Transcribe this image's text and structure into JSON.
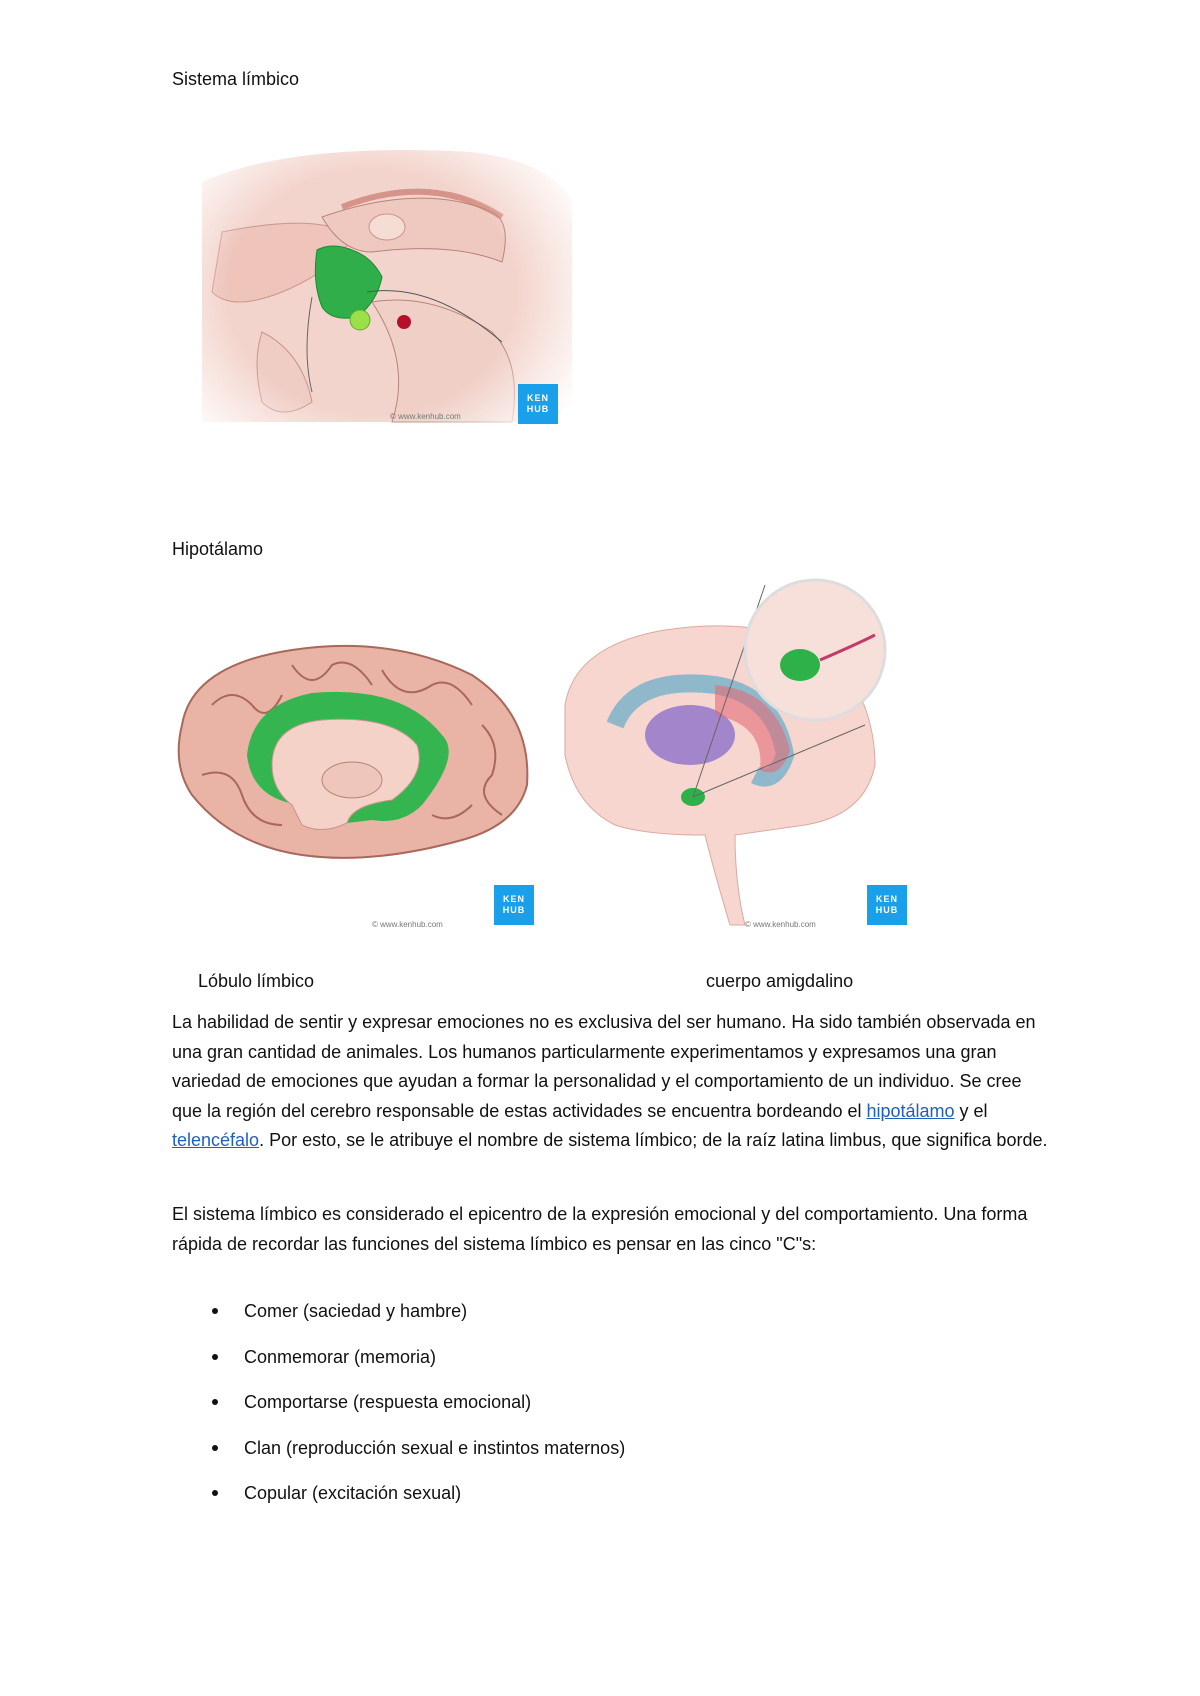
{
  "document": {
    "heading_1": "Sistema límbico",
    "figure_1": {
      "alt": "Sagittal view of hypothalamus highlighted in green",
      "credit": "© www.kenhub.com",
      "logo_line1": "KEN",
      "logo_line2": "HUB",
      "highlight_color": "#2fae4a"
    },
    "heading_2": "Hipotálamo",
    "figure_2": {
      "alt": "Medial brain view with limbic lobe highlighted in green",
      "credit": "© www.kenhub.com",
      "logo_line1": "KEN",
      "logo_line2": "HUB",
      "caption": "Lóbulo límbico",
      "highlight_color": "#34b54f"
    },
    "figure_3": {
      "alt": "Lateral brain view with amygdala highlighted in green and magnified inset",
      "credit": "© www.kenhub.com",
      "logo_line1": "KEN",
      "logo_line2": "HUB",
      "caption": "cuerpo amigdalino",
      "highlight_color": "#2fb14a"
    },
    "paragraph_1": {
      "part_1": "La habilidad de sentir y expresar emociones no es exclusiva del ser humano. Ha sido también observada en una gran cantidad de animales. Los humanos particularmente experimentamos y expresamos una gran variedad de emociones que ayudan a formar la personalidad y el comportamiento de un individuo. Se cree que la región del cerebro responsable de estas actividades se encuentra bordeando el ",
      "link_1": "hipotálamo",
      "part_2": " y el ",
      "link_2": "telencéfalo",
      "part_3": ". Por esto, se le atribuye el nombre de sistema límbico; de la raíz latina limbus, que significa borde."
    },
    "paragraph_2": "El sistema límbico es considerado el epicentro de la expresión emocional y del comportamiento. Una forma rápida de recordar las funciones del sistema límbico es pensar en las cinco \"C\"s:",
    "bullets": [
      "Comer (saciedad y hambre)",
      "Conmemorar (memoria)",
      "Comportarse (respuesta emocional)",
      "Clan (reproducción sexual e instintos maternos)",
      "Copular (excitación sexual)"
    ],
    "link_color": "#1f5fbf",
    "brand_color": "#1aa0ea"
  }
}
